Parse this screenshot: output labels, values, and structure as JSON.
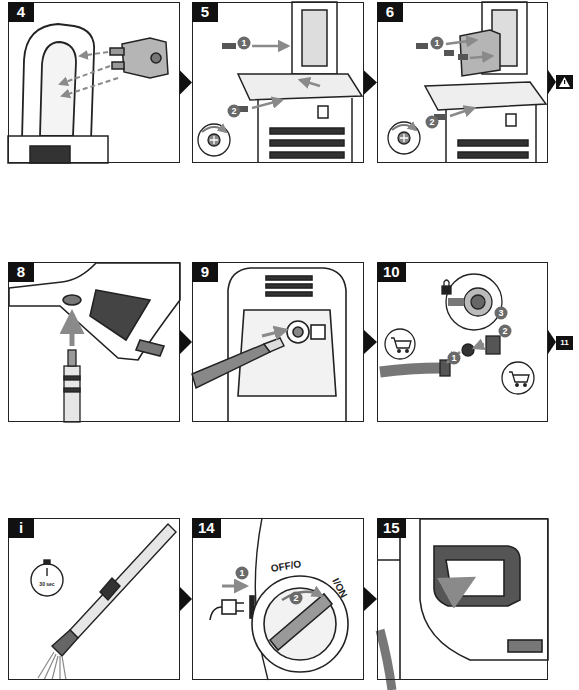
{
  "diagram": {
    "nodes": [
      {
        "text": [
          "4"
        ]
      },
      {
        "text": [
          "5"
        ]
      },
      {
        "text": [
          "6"
        ]
      },
      {
        "text": [
          "8"
        ]
      },
      {
        "text": [
          "9"
        ]
      },
      {
        "text": [
          "10"
        ]
      },
      {
        "text": [
          "11"
        ]
      },
      {
        "text": [
          "i"
        ]
      },
      {
        "text": [
          "14"
        ]
      },
      {
        "text": [
          "15"
        ]
      }
    ],
    "edges": [
      {
        "from": 0,
        "to": 1,
        "arrow": "to"
      },
      {
        "from": 1,
        "to": 2,
        "arrow": "to"
      },
      {
        "from": 3,
        "to": 4,
        "arrow": "to"
      },
      {
        "from": 4,
        "to": 5,
        "arrow": "to"
      },
      {
        "from": 5,
        "to": 6,
        "arrow": "to"
      },
      {
        "from": 7,
        "to": 8,
        "arrow": "to"
      },
      {
        "from": 8,
        "to": 9,
        "arrow": "to"
      }
    ],
    "labels": [
      "1",
      "2",
      "1",
      "2",
      "1",
      "2",
      "3",
      "30 sec",
      "1",
      "2",
      "OFF/O",
      "I/ON"
    ]
  }
}
